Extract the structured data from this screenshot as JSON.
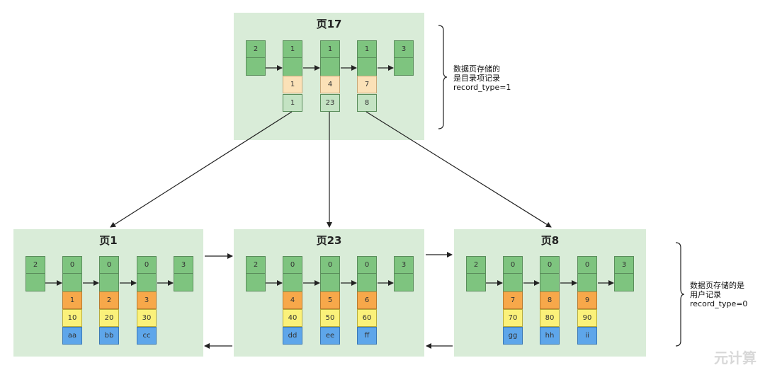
{
  "pages": {
    "p17": {
      "title": "页17",
      "nodes": [
        {
          "top": "2"
        },
        {
          "top": "1",
          "mid": "1",
          "bot": "1"
        },
        {
          "top": "1",
          "mid": "4",
          "bot": "23"
        },
        {
          "top": "1",
          "mid": "7",
          "bot": "8"
        },
        {
          "top": "3"
        }
      ]
    },
    "p1": {
      "title": "页1",
      "nodes": [
        {
          "top": "2"
        },
        {
          "top": "0",
          "r1": "1",
          "r2": "10",
          "r3": "aa"
        },
        {
          "top": "0",
          "r1": "2",
          "r2": "20",
          "r3": "bb"
        },
        {
          "top": "0",
          "r1": "3",
          "r2": "30",
          "r3": "cc"
        },
        {
          "top": "3"
        }
      ]
    },
    "p23": {
      "title": "页23",
      "nodes": [
        {
          "top": "2"
        },
        {
          "top": "0",
          "r1": "4",
          "r2": "40",
          "r3": "dd"
        },
        {
          "top": "0",
          "r1": "5",
          "r2": "50",
          "r3": "ee"
        },
        {
          "top": "0",
          "r1": "6",
          "r2": "60",
          "r3": "ff"
        },
        {
          "top": "3"
        }
      ]
    },
    "p8": {
      "title": "页8",
      "nodes": [
        {
          "top": "2"
        },
        {
          "top": "0",
          "r1": "7",
          "r2": "70",
          "r3": "gg"
        },
        {
          "top": "0",
          "r1": "8",
          "r2": "80",
          "r3": "hh"
        },
        {
          "top": "0",
          "r1": "9",
          "r2": "90",
          "r3": "ii"
        },
        {
          "top": "3"
        }
      ]
    }
  },
  "notes": {
    "upper": {
      "line1": "数据页存储的",
      "line2": "是目录项记录",
      "line3": "record_type=1"
    },
    "lower": {
      "line1": "数据页存储的是",
      "line2": "用户记录",
      "line3": "record_type=0"
    }
  },
  "watermark": "元计算"
}
